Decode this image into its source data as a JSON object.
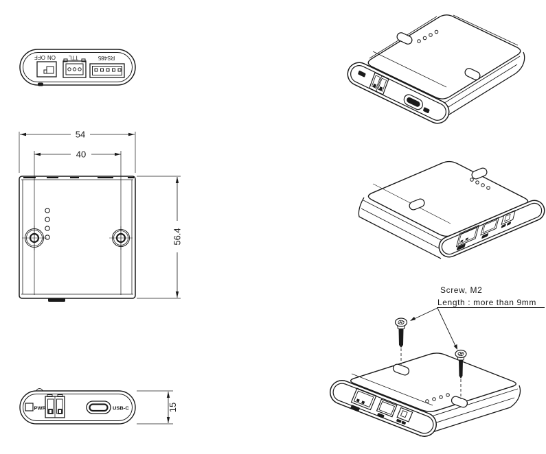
{
  "colors": {
    "background": "#ffffff",
    "line": "#1a1a1a"
  },
  "top_view": {
    "off": "OFF",
    "on": "ON",
    "ttl": "TTL",
    "rs485": "RS485"
  },
  "front_view": {
    "dim_width": "54",
    "dim_holes": "40",
    "dim_height": "56.4"
  },
  "bottom_view": {
    "pwr": "PWR",
    "usb_c": "USB-C",
    "dim_thickness": "15"
  },
  "note": {
    "line1": "Screw, M2",
    "line2": "Length : more than 9mm"
  }
}
